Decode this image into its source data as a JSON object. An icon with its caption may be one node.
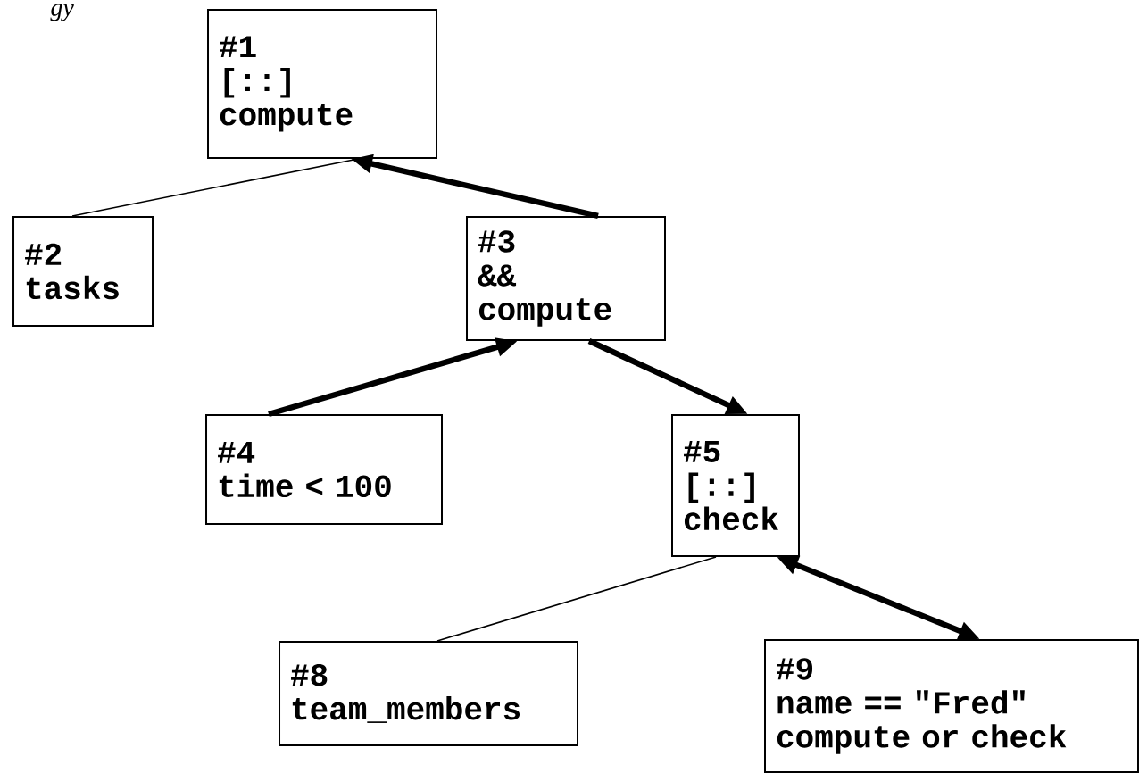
{
  "diagram": {
    "nodes": [
      {
        "text": [
          "#1",
          "[::]",
          "compute"
        ]
      },
      {
        "text": [
          "#2",
          "tasks"
        ]
      },
      {
        "text": [
          "#3",
          "&&",
          "compute"
        ]
      },
      {
        "text": [
          "#4",
          "time < 100"
        ]
      },
      {
        "text": [
          "#5",
          "[::]",
          "check"
        ]
      },
      {
        "text": [
          "#8",
          "team_members"
        ]
      },
      {
        "text": [
          "#9",
          "name == \"Fred\"",
          "compute or check"
        ]
      }
    ],
    "edges": [
      {
        "from": 0,
        "to": 1,
        "arrow": "none"
      },
      {
        "from": 2,
        "to": 0,
        "arrow": "to"
      },
      {
        "from": 3,
        "to": 2,
        "arrow": "to"
      },
      {
        "from": 2,
        "to": 4,
        "arrow": "to"
      },
      {
        "from": 4,
        "to": 5,
        "arrow": "none"
      },
      {
        "from": 4,
        "to": 6,
        "arrow": "both"
      }
    ],
    "labels": [
      "gy"
    ]
  }
}
